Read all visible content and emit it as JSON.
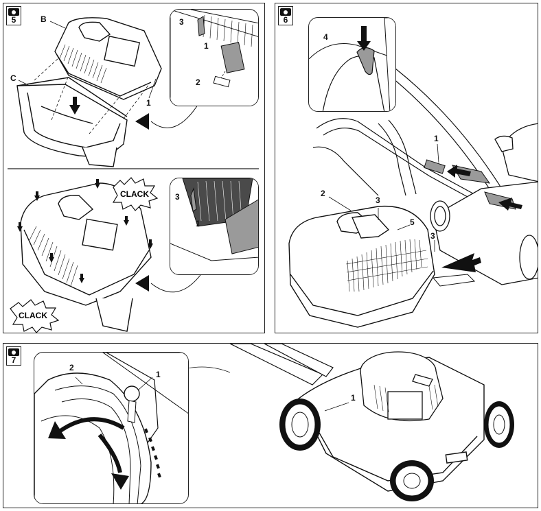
{
  "figures": [
    {
      "number": "5"
    },
    {
      "number": "6"
    },
    {
      "number": "7"
    }
  ],
  "fig5": {
    "callouts": {
      "B": "B",
      "C": "C",
      "one": "1",
      "inset_three": "3",
      "inset_one": "1",
      "inset_two": "2",
      "lower_three": "3",
      "lower_one": "1"
    },
    "clack_upper": "CLACK",
    "clack_lower": "CLACK"
  },
  "fig6": {
    "callouts": {
      "four": "4",
      "one": "1",
      "two": "2",
      "three_a": "3",
      "three_b": "3",
      "five": "5"
    }
  },
  "fig7": {
    "callouts": {
      "two": "2",
      "one_inset": "1",
      "one_main": "1"
    }
  },
  "colors": {
    "line": "#111111",
    "highlight": "#9a9a9a",
    "dark": "#4a4a4a"
  }
}
